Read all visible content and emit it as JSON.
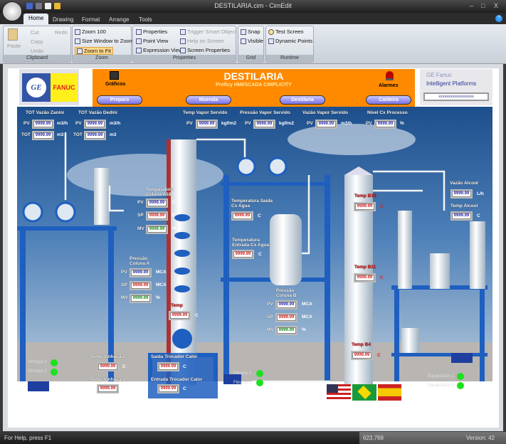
{
  "window": {
    "title": "DESTILARIA.cim - CimEdit",
    "minimize": "–",
    "maximize": "□",
    "close": "X",
    "help": "?"
  },
  "tabs": [
    {
      "label": "Home"
    },
    {
      "label": "Drawing"
    },
    {
      "label": "Format"
    },
    {
      "label": "Arrange"
    },
    {
      "label": "Tools"
    }
  ],
  "ribbon": {
    "clipboard": {
      "label": "Clipboard",
      "paste": "Paste",
      "cut": "Cut",
      "copy": "Copy",
      "redo": "Redo",
      "undo": "Undo"
    },
    "zoom": {
      "label": "Zoom",
      "zoom100": "Zoom 100",
      "size_window": "Size Window to Zoom",
      "zoom_fit": "Zoom to Fit"
    },
    "properties": {
      "label": "Properties",
      "properties": "Properties",
      "point_view": "Point View",
      "expression_view": "Expression View",
      "trigger": "Trigger Smart Object",
      "help_screen": "Help on Screen",
      "screen_props": "Screen Properties"
    },
    "grid": {
      "label": "Grid",
      "snap": "Snap",
      "visible": "Visible"
    },
    "runtime": {
      "label": "Runtime",
      "test": "Test Screen",
      "dynamic": "Dynamic Points"
    }
  },
  "hmi": {
    "logo": {
      "ge": "GE",
      "fanuc": "FANUC"
    },
    "title": "DESTILARIA",
    "subtitle": "Proficy HMI/SCADA CIMPLICITY",
    "graficos": "Gráficos",
    "alarmes": "Alarmes",
    "nav": [
      "Preparo",
      "Moenda",
      "Destilaria",
      "Caldeira"
    ],
    "brand": {
      "line1": "GE Fanuc",
      "line2": "Intelligent Platforms",
      "field": "xxxxxxxxxxxxxxxxxx"
    },
    "value": "9999.99",
    "labels": {
      "pv": "PV",
      "sp": "SP",
      "mv": "MV",
      "tot": "TOT",
      "m3h": "m3/h",
      "m3": "m3",
      "kgf": "kgf/m2",
      "pct": "%",
      "c": "C",
      "mca": "MCA",
      "lh": "L/h"
    },
    "instruments": {
      "zanini": "TOT Vazão Zanini",
      "dedini": "TOT Vazão Dedini",
      "temp_vapor": "Temp Vapor Servido",
      "pressao_vapor": "Pressão Vapor Servido",
      "vazao_vapor": "Vazão Vapor Servido",
      "nivel_cx": "Nível Cx Processo",
      "temp_col_a18": "Temperatura Coluna A18",
      "temp_saida_cx": "Temperatura Saida Cx Agua",
      "temp_entrada_cx": "Temperatura Entrada Cx Agua",
      "pressao_col_a": "Pressão Coluna A",
      "pressao_col_b": "Pressão Coluna B",
      "temp_a": "Temp",
      "temp_b15": "Temp B15",
      "temp_b11": "Temp B11",
      "temp_b4": "Temp B4",
      "vazao_alcool": "Vazão Alcool",
      "temp_alcool": "Temp Alcool",
      "temp_vinhaca2": "Temp Vinhaça 2",
      "temp_vinhaca1": "Temp Vinhaça 1",
      "saida_trocador": "Saída Trocador Calor",
      "entrada_trocador": "Entrada Trocador Calor"
    },
    "status_points": [
      "Vinhaça 1",
      "Vinhaça 2",
      "Fleuma 1",
      "Fleuma 2",
      "Equalizador 2",
      "Equalizador 1"
    ],
    "colors": {
      "orange": "#ff8a00",
      "running": "#1ee01e",
      "pv": "#2a2aa8",
      "sp": "#d02020",
      "mv": "#1f8a1f"
    }
  },
  "status": {
    "help": "For Help, press F1",
    "coords": "623,768",
    "version": "Version: 42"
  }
}
